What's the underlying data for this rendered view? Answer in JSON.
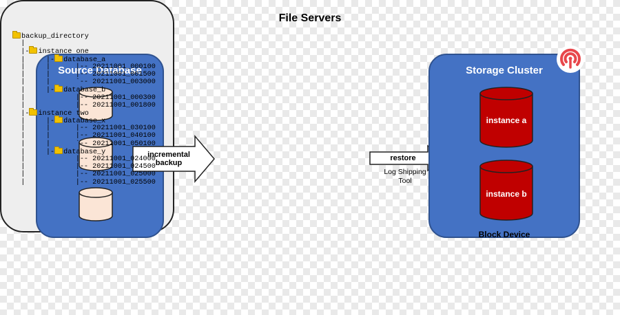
{
  "source": {
    "title": "Source Database"
  },
  "file_servers": {
    "title": "File Servers",
    "tree": [
      {
        "prefix": "",
        "folder": true,
        "text": "backup_directory"
      },
      {
        "prefix": "  |",
        "folder": false,
        "text": ""
      },
      {
        "prefix": "  |-",
        "folder": true,
        "text": "instance one"
      },
      {
        "prefix": "  |     |-",
        "folder": true,
        "text": "database_a"
      },
      {
        "prefix": "  |     |      |-- ",
        "folder": false,
        "text": "20211001_000100"
      },
      {
        "prefix": "  |     |      |-- ",
        "folder": false,
        "text": "20211001_001500"
      },
      {
        "prefix": "  |     |      `-- ",
        "folder": false,
        "text": "20211001_003000"
      },
      {
        "prefix": "  |     |-",
        "folder": true,
        "text": "database_b"
      },
      {
        "prefix": "  |            |-- ",
        "folder": false,
        "text": "20211001_000300"
      },
      {
        "prefix": "  |            |-- ",
        "folder": false,
        "text": "20211001_001800"
      },
      {
        "prefix": "  |-",
        "folder": true,
        "text": "instance two"
      },
      {
        "prefix": "  |     |-",
        "folder": true,
        "text": "database_x"
      },
      {
        "prefix": "  |     |      |-- ",
        "folder": false,
        "text": "20211001_030100"
      },
      {
        "prefix": "  |     |      |-- ",
        "folder": false,
        "text": "20211001_040100"
      },
      {
        "prefix": "  |     |      `-- ",
        "folder": false,
        "text": "20211001_050100"
      },
      {
        "prefix": "  |     |-",
        "folder": true,
        "text": "database_y"
      },
      {
        "prefix": "  |            |-- ",
        "folder": false,
        "text": "20211001_024000"
      },
      {
        "prefix": "  |            |-- ",
        "folder": false,
        "text": "20211001_024500"
      },
      {
        "prefix": "  |            |-- ",
        "folder": false,
        "text": "20211001_025000"
      },
      {
        "prefix": "  |            |-- ",
        "folder": false,
        "text": "20211001_025500"
      }
    ]
  },
  "arrows": {
    "incremental": "incremental backup",
    "restore": "restore",
    "restore_caption": "Log Shipping Tool"
  },
  "storage": {
    "title": "Storage Cluster",
    "instance_a": "instance a",
    "instance_b": "instance b",
    "block_device": "Block Device",
    "logo_icon": "signal-tower-icon"
  },
  "colors": {
    "panel_blue": "#4472c4",
    "instance_red": "#c00000",
    "logo_red": "#e8474c"
  }
}
